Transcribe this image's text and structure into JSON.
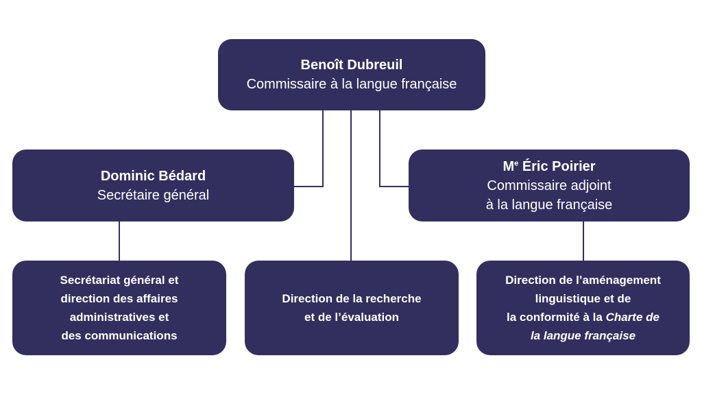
{
  "top": {
    "name": "Benoît Dubreuil",
    "role": "Commissaire à la langue française"
  },
  "left": {
    "name": "Dominic Bédard",
    "role": "Secrétaire général"
  },
  "right": {
    "prefix": "M",
    "prefix_sup": "e",
    "name": "Éric Poirier",
    "role_line1": "Commissaire adjoint",
    "role_line2": "à la langue française"
  },
  "units": {
    "left": [
      "Secrétariat général et",
      "direction des affaires",
      "administratives et",
      "des communications"
    ],
    "middle": [
      "Direction de la recherche",
      "et de l’évaluation"
    ],
    "right": {
      "line1": "Direction de l’aménagement",
      "line2": "linguistique et de",
      "line3_plain": "la conformité à la ",
      "line3_italic": "Charte de",
      "line4_italic": "la langue française"
    }
  },
  "colors": {
    "box": "#322f5e",
    "text": "#ffffff",
    "background": "#ffffff"
  }
}
